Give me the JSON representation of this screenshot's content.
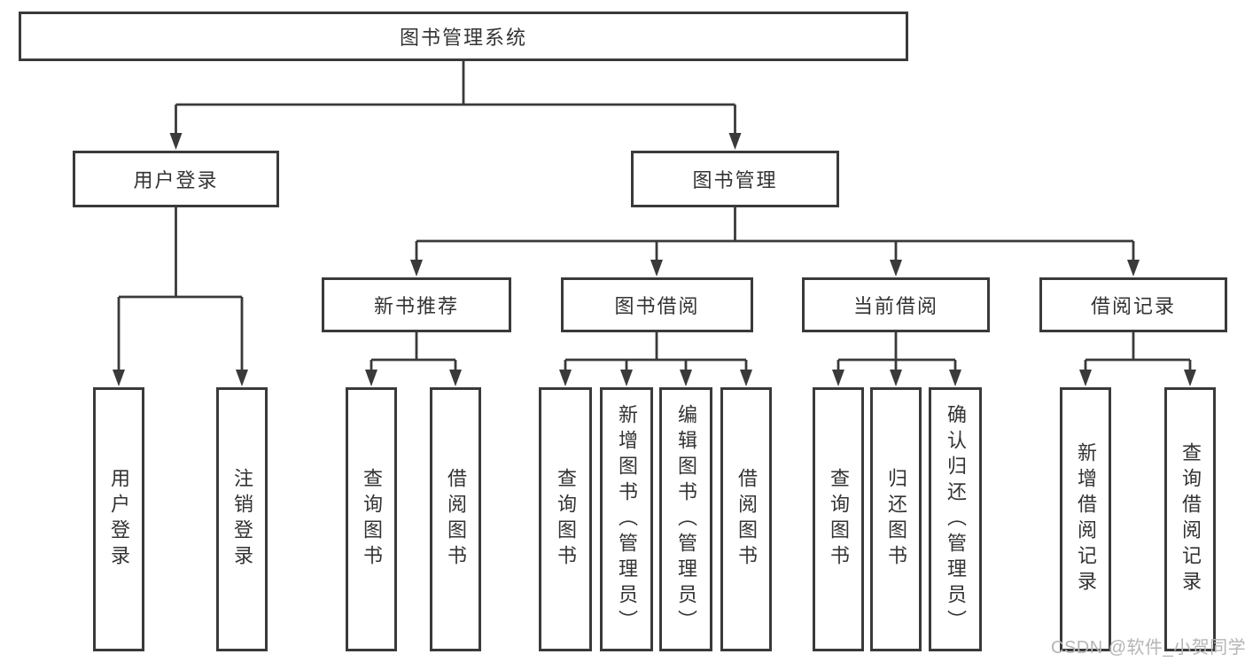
{
  "tree": {
    "root": {
      "label": "图书管理系统"
    },
    "branches": [
      {
        "label": "用户登录",
        "children": [
          {
            "label": "用户登录"
          },
          {
            "label": "注销登录"
          }
        ]
      },
      {
        "label": "图书管理",
        "children": [
          {
            "label": "新书推荐",
            "children": [
              {
                "label": "查询图书"
              },
              {
                "label": "借阅图书"
              }
            ]
          },
          {
            "label": "图书借阅",
            "children": [
              {
                "label": "查询图书"
              },
              {
                "label": "新增图书（管理员）"
              },
              {
                "label": "编辑图书（管理员）"
              },
              {
                "label": "借阅图书"
              }
            ]
          },
          {
            "label": "当前借阅",
            "children": [
              {
                "label": "查询图书"
              },
              {
                "label": "归还图书"
              },
              {
                "label": "确认归还（管理员）"
              }
            ]
          },
          {
            "label": "借阅记录",
            "children": [
              {
                "label": "新增借阅记录"
              },
              {
                "label": "查询借阅记录"
              }
            ]
          }
        ]
      }
    ]
  },
  "watermark": {
    "text": "CSDN @软件_小贺同学"
  },
  "colors": {
    "line": "#3a3a3a",
    "box_border": "#3a3a3a",
    "text": "#333333",
    "watermark": "#b5b5b5",
    "background": "#ffffff"
  }
}
